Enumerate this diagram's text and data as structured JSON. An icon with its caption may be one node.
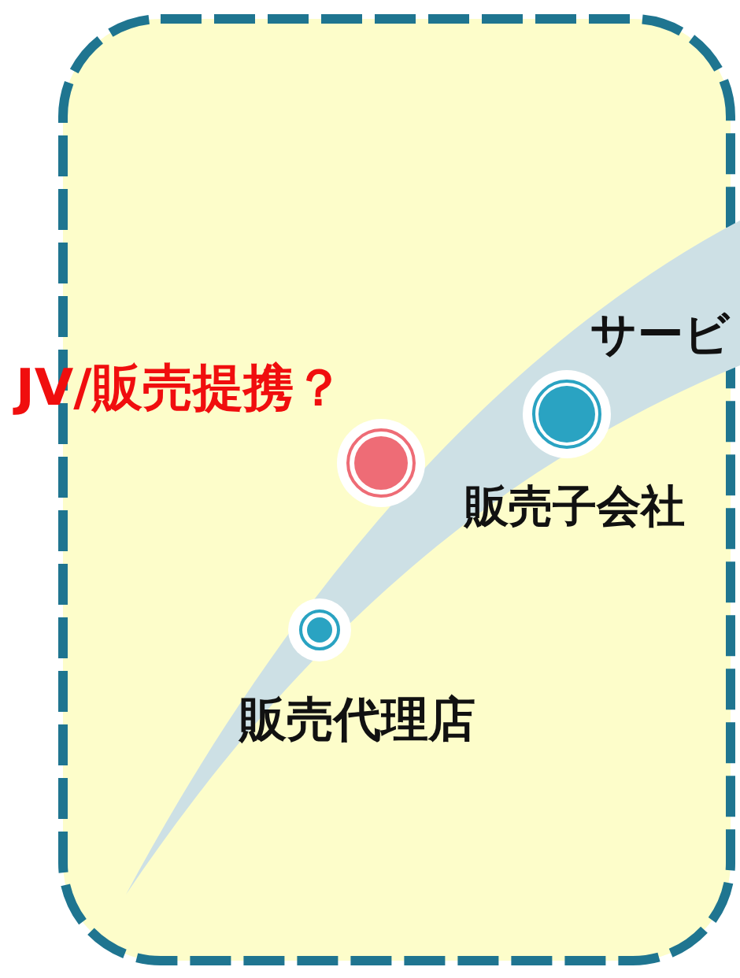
{
  "diagram": {
    "labels": [
      "サービ",
      "JV/販売提携？",
      "販売子会社",
      "販売代理店"
    ]
  }
}
